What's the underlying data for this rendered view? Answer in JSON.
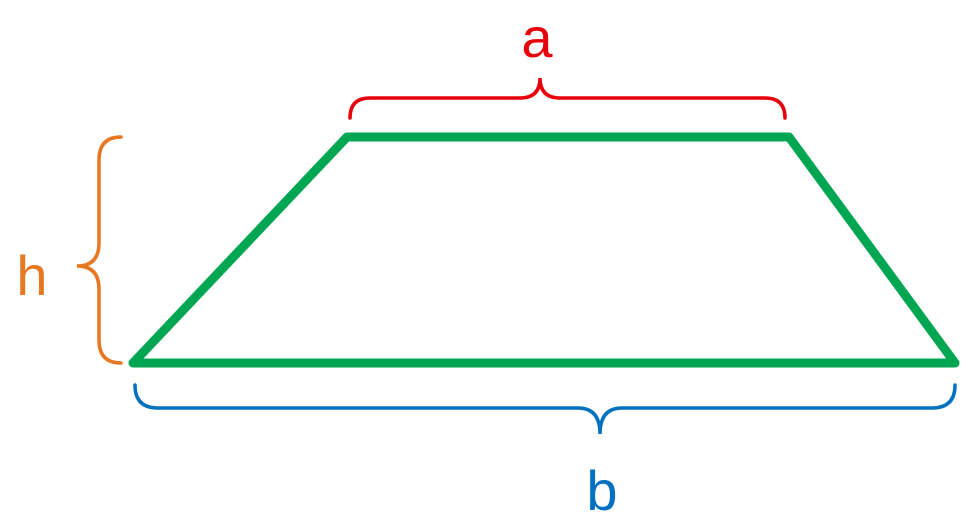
{
  "labels": {
    "top": "a",
    "bottom": "b",
    "height": "h"
  },
  "colors": {
    "trapezoid": "#00A651",
    "top_brace": "#E8000B",
    "bottom_brace": "#0070C0",
    "height_brace": "#E87722"
  }
}
